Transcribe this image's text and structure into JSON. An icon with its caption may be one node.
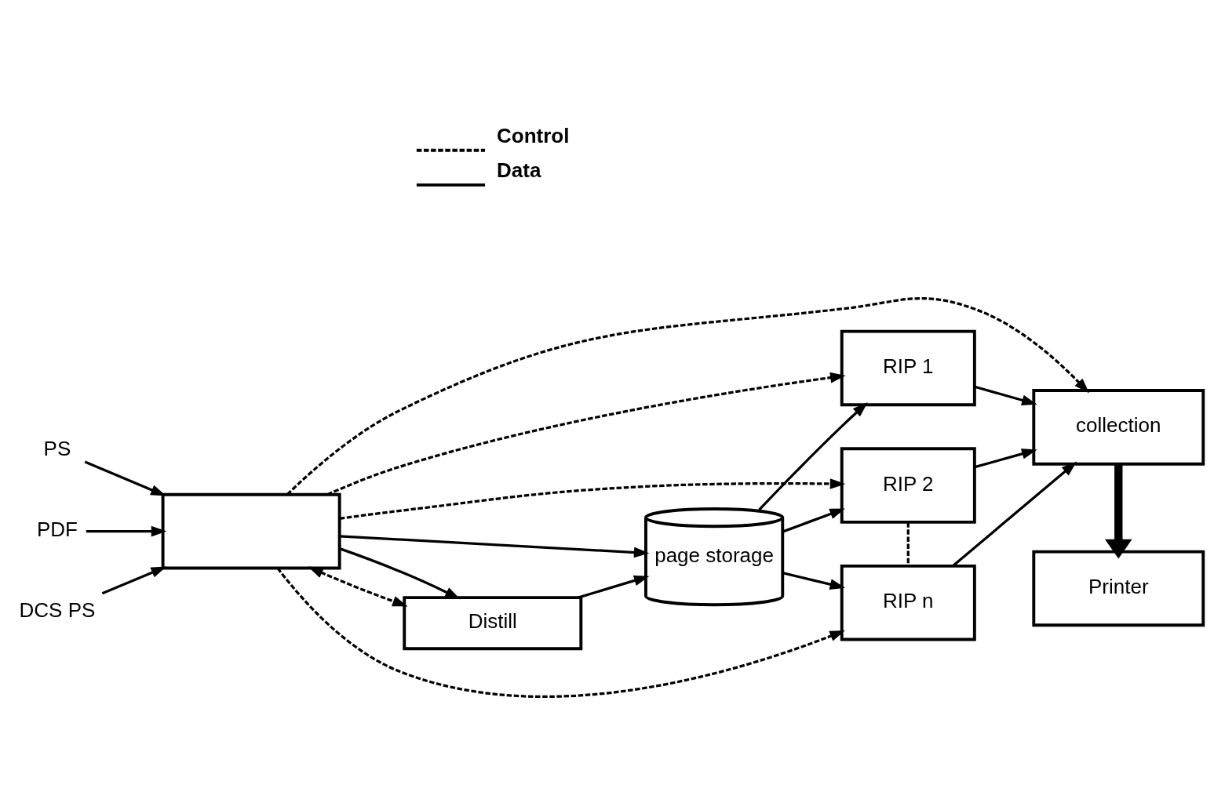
{
  "diagram": {
    "nodes": [
      {
        "text": [
          "PS"
        ]
      },
      {
        "text": [
          "PDF"
        ]
      },
      {
        "text": [
          "DCS PS"
        ]
      },
      {
        "text": [],
        "shape": "box"
      },
      {
        "text": [
          "Distill"
        ]
      },
      {
        "text": [
          "page storage"
        ]
      },
      {
        "text": [
          "RIP 1"
        ]
      },
      {
        "text": [
          "RIP 2"
        ]
      },
      {
        "text": [
          "RIP n"
        ]
      },
      {
        "text": [
          "collection"
        ]
      },
      {
        "text": [
          "Printer"
        ]
      }
    ],
    "edges": [
      {
        "from": 0,
        "to": 3,
        "arrow": "to"
      },
      {
        "from": 1,
        "to": 3,
        "arrow": "to"
      },
      {
        "from": 2,
        "to": 3,
        "arrow": "to"
      },
      {
        "from": 3,
        "to": 4,
        "arrow": "both",
        "style": "dashed"
      },
      {
        "from": 3,
        "to": 4,
        "arrow": "to"
      },
      {
        "from": 3,
        "to": 5,
        "arrow": "to"
      },
      {
        "from": 4,
        "to": 5,
        "arrow": "to"
      },
      {
        "from": 3,
        "to": 9,
        "arrow": "to",
        "style": "dashed"
      },
      {
        "from": 3,
        "to": 6,
        "arrow": "to",
        "style": "dashed"
      },
      {
        "from": 3,
        "to": 7,
        "arrow": "to",
        "style": "dashed"
      },
      {
        "from": 3,
        "to": 8,
        "arrow": "to",
        "style": "dashed"
      },
      {
        "from": 5,
        "to": 6,
        "arrow": "to"
      },
      {
        "from": 5,
        "to": 7,
        "arrow": "to"
      },
      {
        "from": 5,
        "to": 8,
        "arrow": "to"
      },
      {
        "from": 7,
        "to": 8,
        "arrow": "none",
        "style": "dashed"
      },
      {
        "from": 6,
        "to": 9,
        "arrow": "to"
      },
      {
        "from": 7,
        "to": 9,
        "arrow": "to"
      },
      {
        "from": 8,
        "to": 9,
        "arrow": "to"
      },
      {
        "from": 9,
        "to": 10,
        "arrow": "to",
        "style": "thick"
      }
    ],
    "legend": [
      {
        "text": "Control"
      },
      {
        "text": "Data"
      }
    ]
  }
}
